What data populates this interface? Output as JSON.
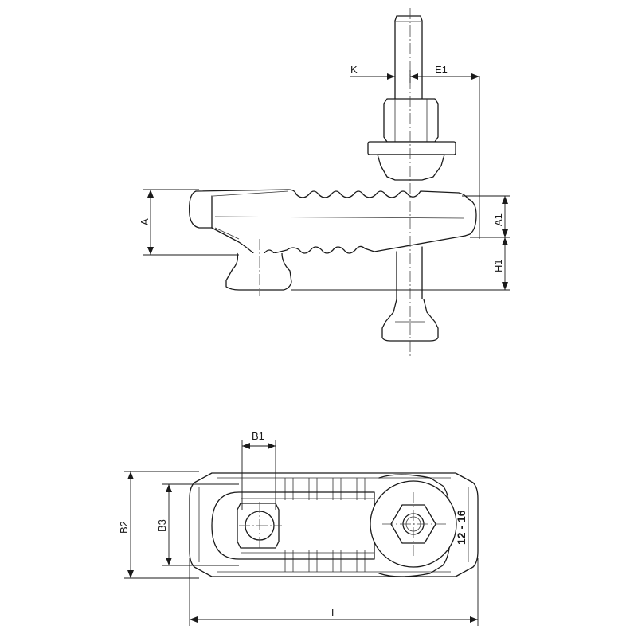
{
  "dimensions": {
    "K": "K",
    "E1": "E1",
    "A": "A",
    "A1": "A1",
    "H1": "H1",
    "B1": "B1",
    "B2": "B2",
    "B3": "B3",
    "L": "L"
  },
  "size_marking": "12 - 16"
}
